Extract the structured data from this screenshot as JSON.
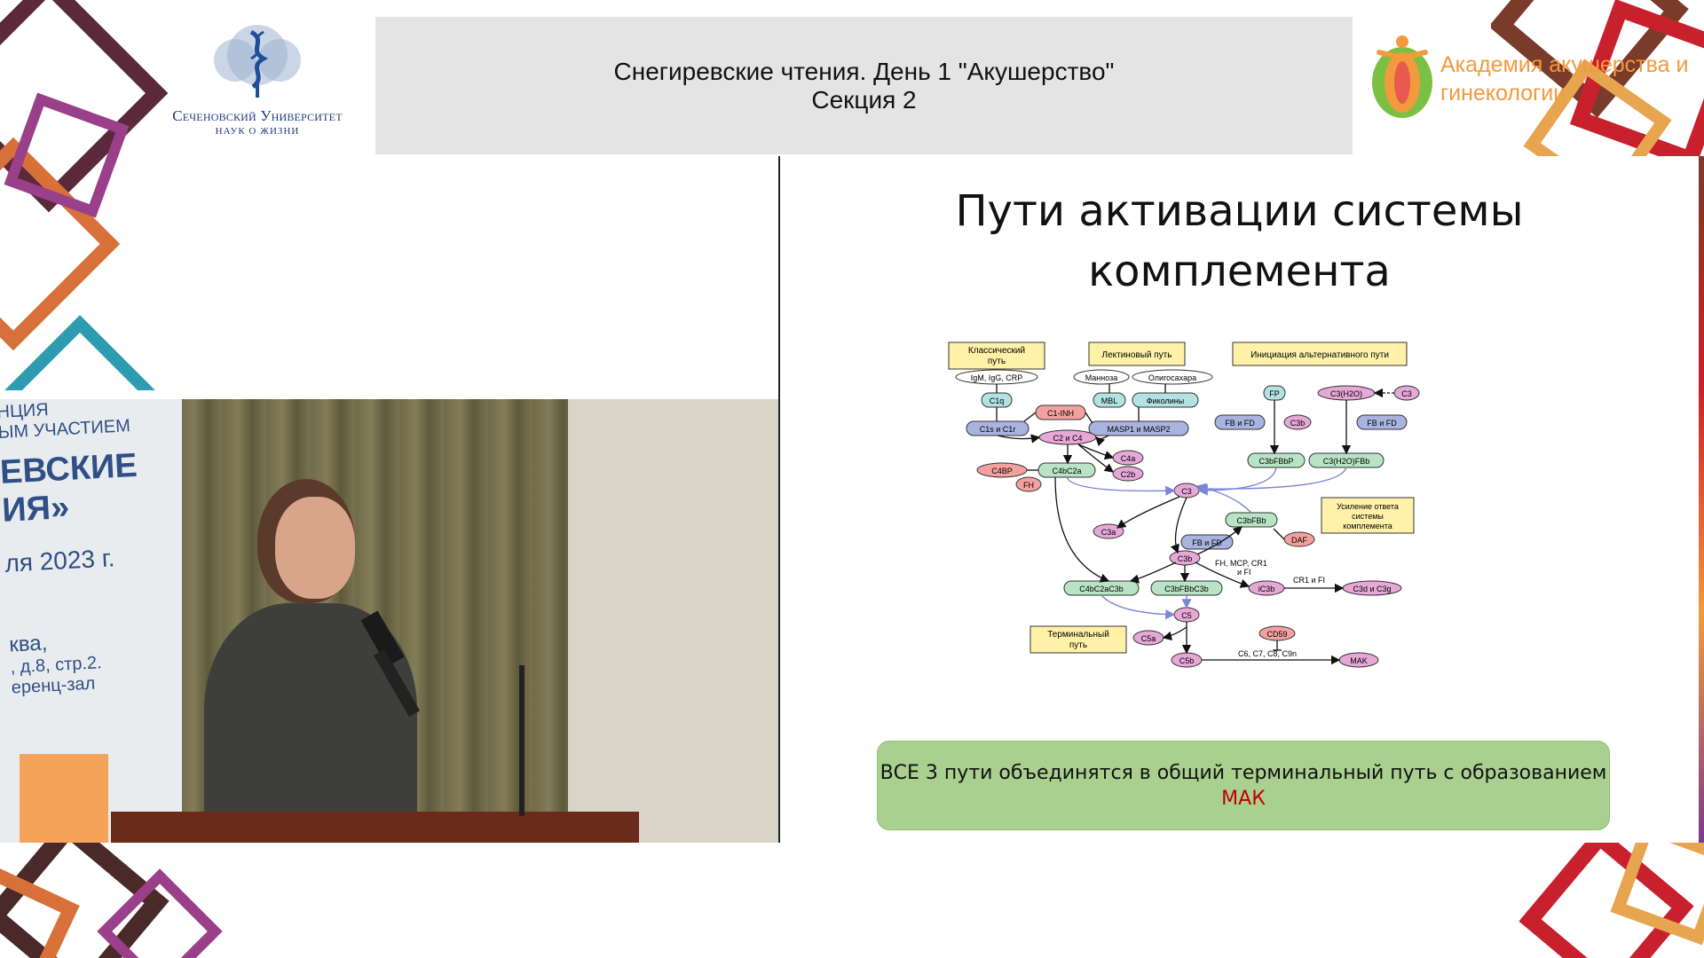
{
  "header": {
    "line1": "Снегиревские чтения. День 1 \"Акушерство\"",
    "line2": "Секция 2"
  },
  "logo_left": {
    "name": "Сеченовский Университет",
    "tagline": "НАУК О ЖИЗНИ"
  },
  "logo_right": {
    "line1": "Академия акушерства и",
    "line2": "гинекологии"
  },
  "video": {
    "banner_lines": [
      "НЦИЯ",
      "ЫМ УЧАСТИЕМ",
      "ЕВСКИЕ",
      "ИЯ»",
      "ля 2023 г.",
      "ква,",
      ", д.8, стр.2.",
      "еренц-зал"
    ]
  },
  "slide": {
    "title_line1": "Пути активации системы",
    "title_line2": "комплемента",
    "summary_line1": "ВСЕ 3 пути объединятся в общий терминальный путь с образованием",
    "summary_line2": "МАК",
    "summary_highlight_color": "#c00000"
  },
  "diagram": {
    "boxes": {
      "classic": [
        "Классический",
        "путь"
      ],
      "lectin": "Лектиновый путь",
      "alt_init": "Инициация альтернативного пути",
      "amplify": [
        "Усиление ответа",
        "системы",
        "комплемента"
      ],
      "terminal": [
        "Терминальный",
        "путь"
      ]
    },
    "nodes": {
      "igm": "IgM, IgG, CRP",
      "mannose": "Манноза",
      "oligo": "Олигосахара",
      "c1q": "C1q",
      "mbl": "MBL",
      "ficolins": "Фиколины",
      "c1inh": "C1-INH",
      "c1s": "C1s и C1r",
      "masp": "MASP1 и MASP2",
      "c2c4": "C2 и C4",
      "c4a": "C4a",
      "c2b": "C2b",
      "c4bp": "C4BP",
      "c4bc2a": "C4bC2a",
      "fh": "FH",
      "fp": "FP",
      "c3h2o": "C3(H2O)",
      "c3_src": "C3",
      "fbfd1": "FB и FD",
      "c3b_top": "C3b",
      "fbfd2": "FB и FD",
      "c3bfbbp": "C3bFBbP",
      "c3h2ofbb": "C3(H2O)FBb",
      "c3": "C3",
      "c3bfbb": "C3bFBb",
      "daf": "DAF",
      "c3a": "C3a",
      "fbfd3": "FB и FD",
      "c3b": "C3b",
      "reg": "FH, MCP, CR1",
      "reg2": "и FI",
      "c4bc2ac3b": "C4bC2aC3b",
      "c3bfbbc3b": "C3bFBbC3b",
      "ic3b": "iC3b",
      "cr1fi": "CR1 и FI",
      "c3dg": "C3d и C3g",
      "c5": "C5",
      "c5a": "C5a",
      "cd59": "CD59",
      "c5b": "C5b",
      "c6c9": "C6, C7, C8, C9n",
      "mak": "MAK"
    },
    "colors": {
      "yellow_box": "#fff2a8",
      "pink": "#e6a8d7",
      "red": "#f4a0a0",
      "blue": "#a9b3e0",
      "green": "#b8e3c4",
      "cyan": "#b3e2e2",
      "line_blue": "#7b86d9"
    }
  },
  "decor": {
    "accent_colors": [
      "#c8202d",
      "#f19a3e",
      "#7a3b8c",
      "#2d9bb0",
      "#f2c94c"
    ]
  }
}
